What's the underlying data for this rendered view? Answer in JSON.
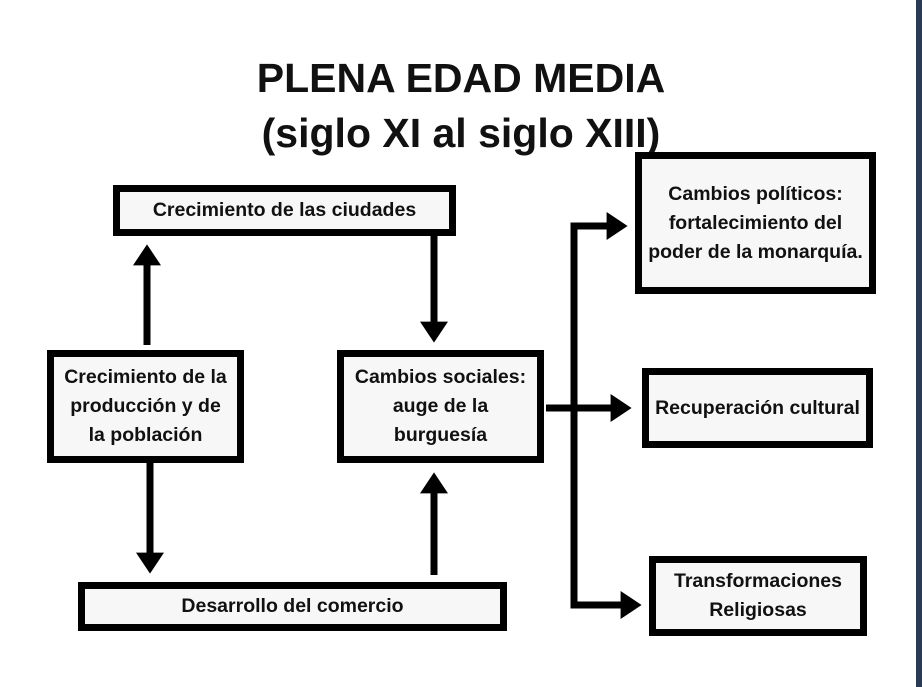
{
  "title": {
    "line1": "PLENA EDAD MEDIA",
    "line2": "(siglo XI al siglo XIII)"
  },
  "nodes": {
    "ciudades": "Crecimiento de las ciudades",
    "produccion": "Crecimiento de la producción y de la población",
    "sociales": "Cambios sociales: auge de la burguesía",
    "comercio": "Desarrollo del comercio",
    "politicos": "Cambios políticos: fortalecimiento del poder de la monarquía.",
    "cultural": "Recuperación cultural",
    "religiosas": "Transformaciones Religiosas"
  }
}
